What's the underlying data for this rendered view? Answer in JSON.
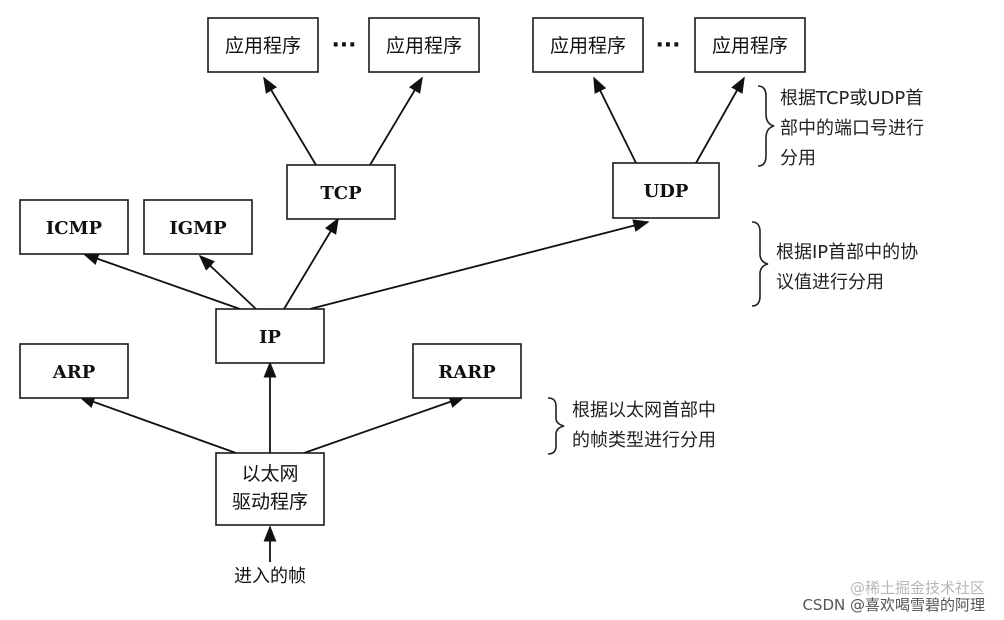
{
  "boxes": {
    "app1": "应用程序",
    "app2": "应用程序",
    "app3": "应用程序",
    "app4": "应用程序",
    "tcp": "TCP",
    "udp": "UDP",
    "icmp": "ICMP",
    "igmp": "IGMP",
    "ip": "IP",
    "arp": "ARP",
    "rarp": "RARP",
    "ethernet_line1": "以太网",
    "ethernet_line2": "驱动程序"
  },
  "ellipsis": "···",
  "notes": {
    "transport_line1": "根据TCP或UDP首",
    "transport_line2": "部中的端口号进行",
    "transport_line3": "分用",
    "ip_line1": "根据IP首部中的协",
    "ip_line2": "议值进行分用",
    "ethernet_line1": "根据以太网首部中",
    "ethernet_line2": "的帧类型进行分用"
  },
  "input_label": "进入的帧",
  "watermark": {
    "faint": "@稀土掘金技术社区",
    "main": "CSDN @喜欢喝雪碧的阿理"
  },
  "colors": {
    "stroke": "#1a1a1a",
    "text": "#111111",
    "watermark": "#555555"
  }
}
